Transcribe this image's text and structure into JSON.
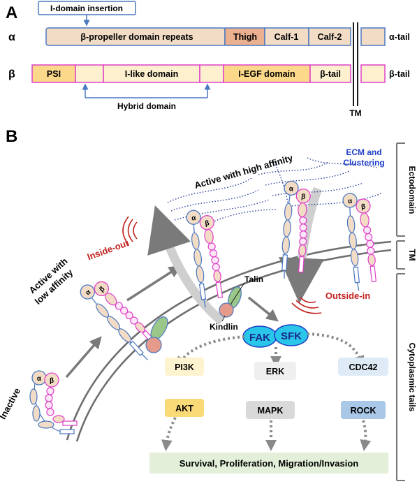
{
  "panel_a": {
    "label": "A",
    "alpha_symbol": "α",
    "beta_symbol": "β",
    "i_domain_insertion": "I-domain insertion",
    "alpha_domains": {
      "propeller": "β-propeller domain repeats",
      "thigh": "Thigh",
      "calf1": "Calf-1",
      "calf2": "Calf-2"
    },
    "alpha_tail": "α-tail",
    "beta_domains": {
      "psi": "PSI",
      "ilike": "I-like domain",
      "iegf": "I-EGF domain",
      "btail_box": "β-tail"
    },
    "beta_tail": "β-tail",
    "hybrid_domain": "Hybrid domain",
    "tm": "TM"
  },
  "panel_b": {
    "label": "B",
    "inactive": "Inactive",
    "active_low_line1": "Active with",
    "active_low_line2": "low affinity",
    "active_high": "Active with  high affinity",
    "ecm_line1": "ECM and",
    "ecm_line2": "Clustering",
    "inside_out": "Inside-out",
    "outside_in": "Outside-in",
    "talin": "Talin",
    "kindlin": "Kindlin",
    "fak": "FAK",
    "sfk": "SFK",
    "pi3k": "PI3K",
    "akt": "AKT",
    "erk": "ERK",
    "mapk": "MAPK",
    "cdc42": "CDC42",
    "rock": "ROCK",
    "outcome": "Survival, Proliferation, Migration/Invasion",
    "ectodomain": "Ectodomain",
    "tm": "TM",
    "cyto_tails": "Cytoplasmic tails",
    "subunit_alpha": "α",
    "subunit_beta": "β"
  },
  "colors": {
    "alpha_stroke": "#4a78c2",
    "beta_stroke": "#e040c8",
    "alpha_fill": "#f3dcc6",
    "thigh_fill": "#eab08f",
    "beta_fill_dark": "#fcd98a",
    "beta_fill_light": "#fdf0cf",
    "blue_text": "#1f3fc8",
    "red_text": "#c2231f",
    "fak_fill": "#29c6ea",
    "pi3k_fill": "#fdf3cf",
    "akt_fill": "#fad977",
    "erk_fill": "#efefef",
    "mapk_fill": "#d9d9d9",
    "cdc42_fill": "#deebf7",
    "rock_fill": "#a9c8e8",
    "outcome_fill": "#e3efd9"
  }
}
